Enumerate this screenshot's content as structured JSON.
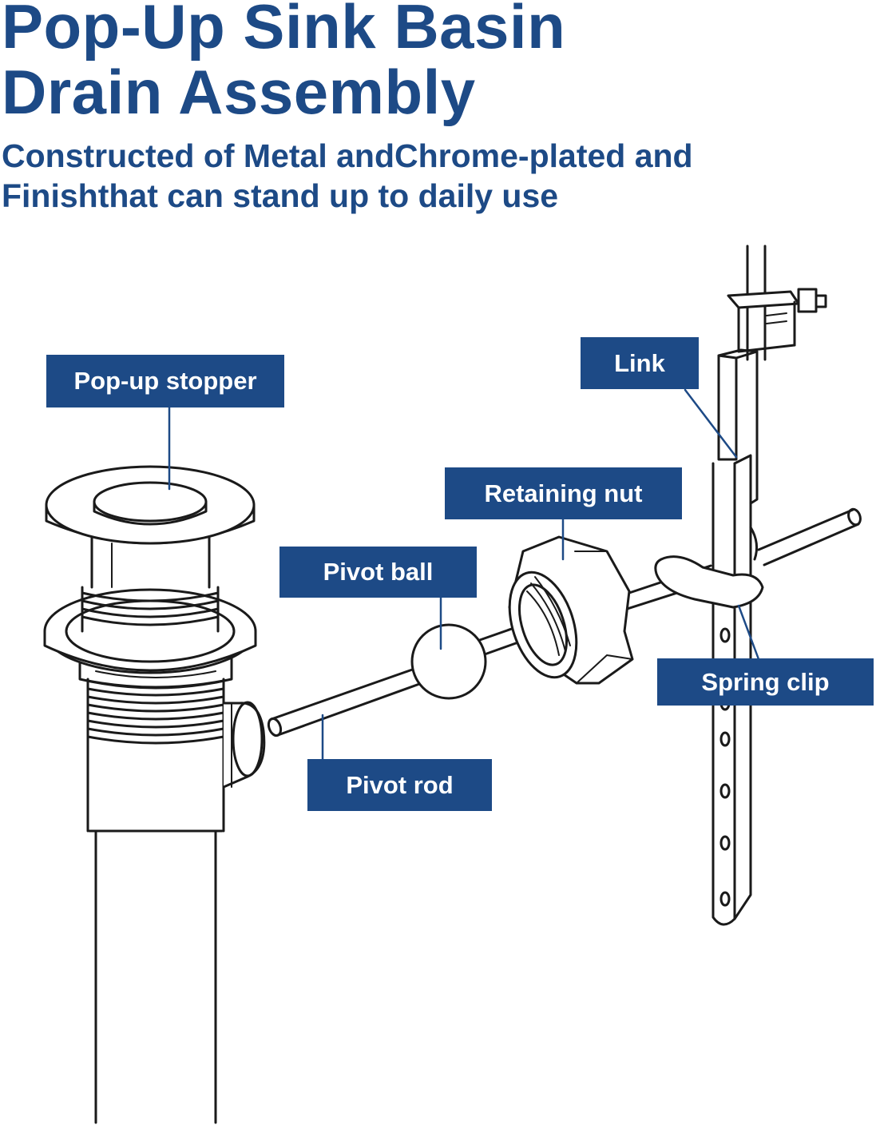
{
  "header": {
    "title_line1": "Pop-Up Sink Basin",
    "title_line2": "Drain Assembly",
    "subtitle_line1": "Constructed of Metal andChrome-plated and",
    "subtitle_line2": "Finishthat can stand up to daily use"
  },
  "parts": {
    "link": "Link",
    "popup_stopper": "Pop-up stopper",
    "retaining_nut": "Retaining nut",
    "pivot_ball": "Pivot ball",
    "spring_clip": "Spring clip",
    "pivot_rod": "Pivot rod"
  },
  "colors": {
    "brand_blue": "#1d4a86",
    "line_art": "#1a1a1a",
    "background": "#ffffff"
  }
}
